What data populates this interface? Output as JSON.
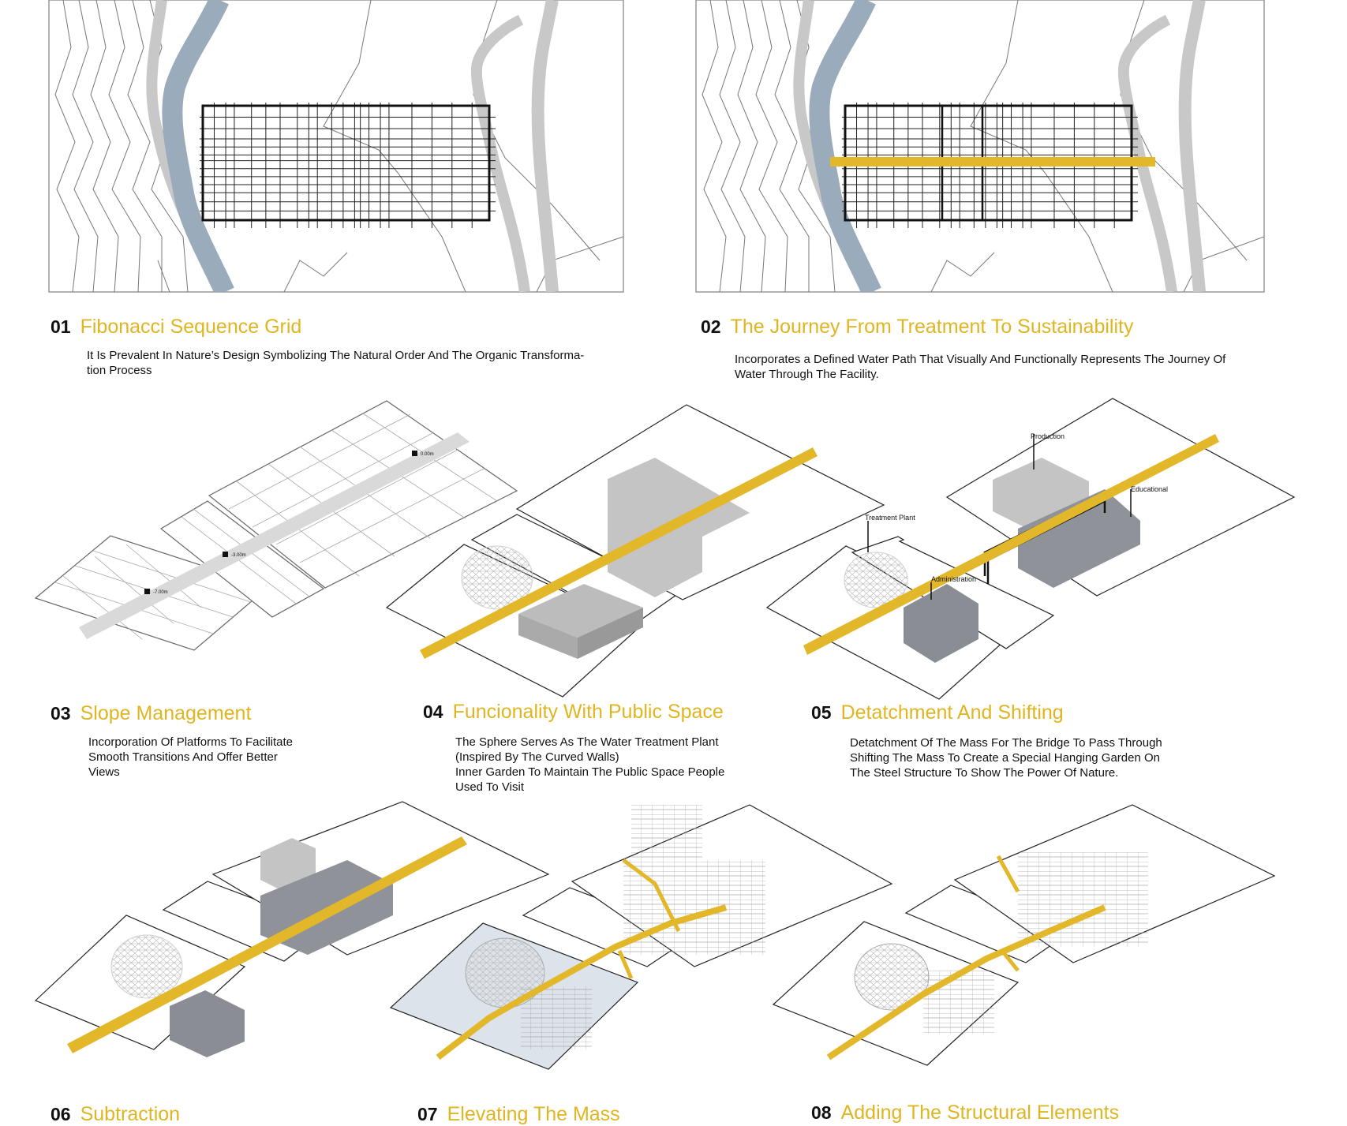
{
  "colors": {
    "accent": "#e3b72a",
    "water": "#9aabbb",
    "road": "#c8c8c8",
    "mass_light": "#bdbdbd",
    "mass_dark": "#8f9299"
  },
  "steps": [
    {
      "num": "01",
      "title": "Fibonacci Sequence Grid",
      "desc": [
        "It Is Prevalent In Nature’s Design Symbolizing The Natural Order And The Organic Transforma-",
        "tion Process"
      ]
    },
    {
      "num": "02",
      "title": "The Journey From Treatment To Sustainability",
      "desc": [
        "Incorporates a Defined Water Path That Visually And Functionally Represents The Journey Of",
        "Water Through The Facility."
      ]
    },
    {
      "num": "03",
      "title": "Slope Management",
      "desc": [
        "Incorporation Of Platforms To Facilitate",
        "Smooth Transitions And Offer Better",
        "Views"
      ]
    },
    {
      "num": "04",
      "title": "Funcionality With Public Space",
      "desc": [
        "The Sphere Serves As The Water Treatment Plant",
        "(Inspired By The Curved Walls)",
        "Inner Garden To Maintain The Public Space People",
        "Used To Visit"
      ]
    },
    {
      "num": "05",
      "title": "Detatchment And Shifting",
      "desc": [
        "Detatchment Of The Mass For The Bridge To Pass Through",
        "Shifting The Mass To Create a Special Hanging Garden On",
        "The Steel Structure To Show The Power Of Nature."
      ]
    },
    {
      "num": "06",
      "title": "Subtraction",
      "desc": []
    },
    {
      "num": "07",
      "title": "Elevating The Mass",
      "desc": []
    },
    {
      "num": "08",
      "title": "Adding The Structural Elements",
      "desc": []
    }
  ],
  "levels": {
    "high": "0.00m",
    "mid": "-3.00m",
    "low": "-7.00m"
  },
  "zones": {
    "production": "Production",
    "educational": "Educational",
    "treatment": "Treatment Plant",
    "administration": "Administration"
  }
}
